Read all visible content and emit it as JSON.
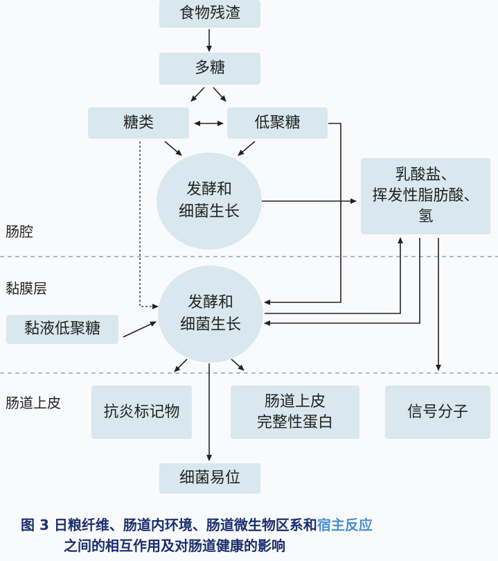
{
  "nodes": {
    "food_residue": "食物残渣",
    "polysaccharide": "多糖",
    "sugars": "糖类",
    "oligosaccharide": "低聚糖",
    "ferment_lumen": [
      "发酵和",
      "细菌生长"
    ],
    "metabolites": [
      "乳酸盐、",
      "挥发性脂肪酸、",
      "氢"
    ],
    "ferment_mucosa": [
      "发酵和",
      "细菌生长"
    ],
    "mucin_oligo": "黏液低聚糖",
    "anti_inflammatory": "抗炎标记物",
    "epithelial_protein": [
      "肠道上皮",
      "完整性蛋白"
    ],
    "signal_molecule": "信号分子",
    "translocation": "细菌易位"
  },
  "zones": {
    "lumen": "肠腔",
    "mucosa": "黏膜层",
    "epithelium": "肠道上皮"
  },
  "caption": {
    "line1_main": "图 3  日粮纤维、肠道内环境、肠道微生物区系和",
    "line1_highlight": "宿主反应",
    "line2": "之间的相互作用及对肠道健康的影响"
  },
  "colors": {
    "box_fill": "#d8e8ee",
    "arrow": "#222222",
    "divider": "#9aa0a6",
    "caption": "#1a2f6e",
    "caption_highlight": "#4a8fd0"
  }
}
